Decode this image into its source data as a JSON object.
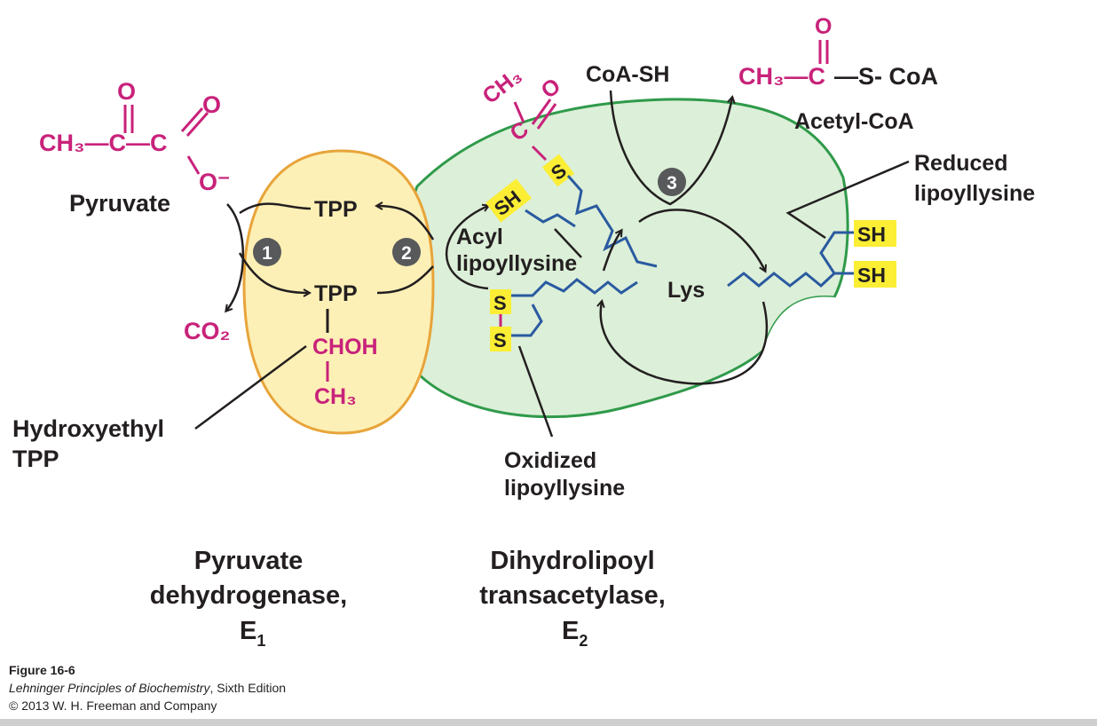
{
  "pyruvate": {
    "carbonyl_o": "O",
    "carboxyl_o": "O",
    "ch3": "CH₃—C—C",
    "o_minus": "O⁻",
    "name": "Pyruvate"
  },
  "co2": "CO₂",
  "tpp_top": "TPP",
  "tpp_mid": "TPP",
  "chohm": "CHOH",
  "ch3_bottom": "CH₃",
  "hydroxyethyl": [
    "Hydroxyethyl",
    "TPP"
  ],
  "steps": [
    "1",
    "2",
    "3"
  ],
  "acyl_label": [
    "Acyl",
    "lipoyllysine"
  ],
  "acyl_group": {
    "ch3": "CH₃",
    "c": "C",
    "o": "O"
  },
  "sh_top": "SH",
  "s_top": "S",
  "s_ox1": "S",
  "s_ox2": "S",
  "oxidized": [
    "Oxidized",
    "lipoyllysine"
  ],
  "lys": "Lys",
  "coa_sh": "CoA-SH",
  "acetyl_coa": {
    "o": "O",
    "formula_left": "CH₃—C",
    "formula_right": "—S- CoA",
    "name": "Acetyl-CoA"
  },
  "reduced": [
    "Reduced",
    "lipoyllysine"
  ],
  "sh_r1": "SH",
  "sh_r2": "SH",
  "enzyme1": [
    "Pyruvate",
    "dehydrogenase,",
    "E",
    "1"
  ],
  "enzyme2": [
    "Dihydrolipoyl",
    "transacetylase,",
    "E",
    "2"
  ],
  "caption": {
    "figure": "Figure 16-6",
    "book": "Lehninger Principles of Biochemistry",
    "edition": ", Sixth Edition",
    "copyright": "© 2013 W. H. Freeman and Company"
  },
  "colors": {
    "magenta": "#c8227a",
    "e1_fill": "#fdf0b6",
    "e1_stroke": "#e8a43a",
    "e2_fill": "#dcefd8",
    "e2_stroke": "#2f9a4a",
    "chain": "#2a5aa0",
    "highlight": "#fbee34"
  }
}
